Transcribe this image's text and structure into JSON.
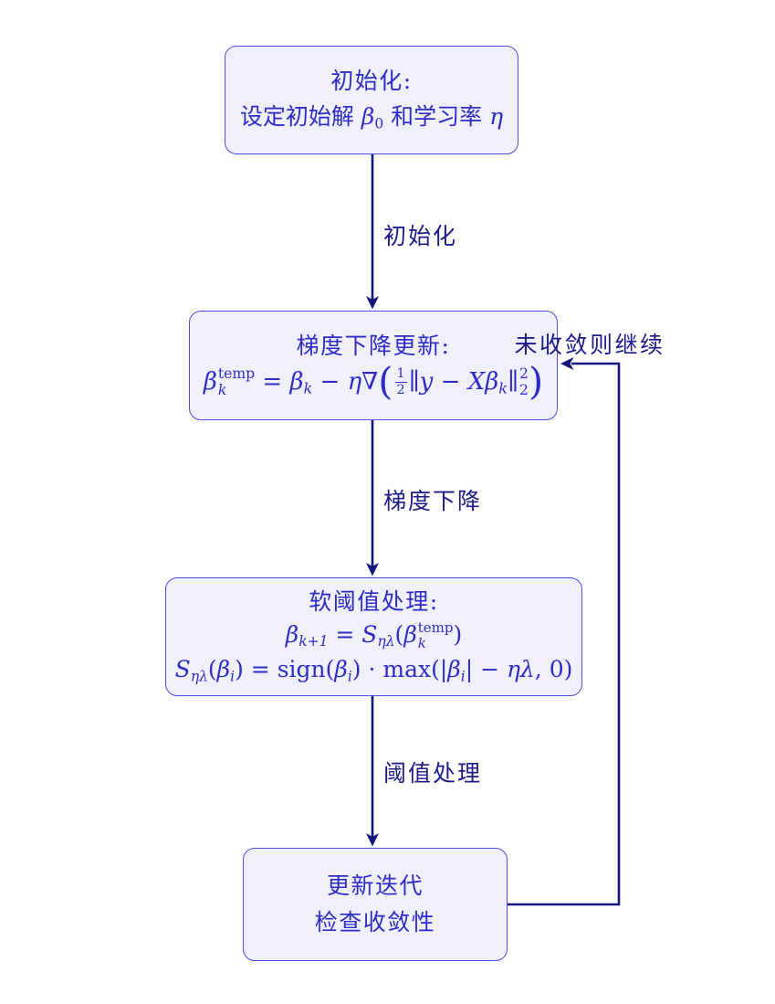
{
  "colors": {
    "box_border": "#4d4de2",
    "box_fill": "#f0f0fb",
    "box_text": "#2d2dc6",
    "arrow": "#15157e",
    "label_text": "#1b1b8a",
    "page_bg": "#ffffff"
  },
  "nodes": {
    "init": {
      "title": "初始化:",
      "line2": [
        {
          "t": "设定初始解 "
        },
        {
          "v": "β"
        },
        {
          "sb": "0"
        },
        {
          "t": " 和学习率 "
        },
        {
          "v": "η"
        }
      ]
    },
    "gradient": {
      "title": "梯度下降更新:",
      "formula": [
        {
          "v": "β"
        },
        {
          "ss": [
            "temp",
            "k"
          ],
          "isub": 1
        },
        {
          "t": " = "
        },
        {
          "v": "β"
        },
        {
          "sb": "k",
          "i": 1
        },
        {
          "t": " − "
        },
        {
          "v": "η"
        },
        {
          "t": "∇"
        },
        {
          "big": "("
        },
        {
          "frac": [
            "1",
            "2"
          ]
        },
        {
          "t": "∥"
        },
        {
          "v": "y"
        },
        {
          "t": " − "
        },
        {
          "v": "X"
        },
        {
          "v": "β"
        },
        {
          "sb": "k",
          "i": 1
        },
        {
          "t": "∥"
        },
        {
          "ss": [
            "2",
            "2"
          ]
        },
        {
          "big": ")"
        }
      ]
    },
    "soft": {
      "title": "软阈值处理:",
      "formula1": [
        {
          "v": "β"
        },
        {
          "sb": "k+1",
          "i": 1
        },
        {
          "t": " = "
        },
        {
          "v": "S"
        },
        {
          "sb": "ηλ",
          "i": 1
        },
        {
          "t": "("
        },
        {
          "v": "β"
        },
        {
          "ss": [
            "temp",
            "k"
          ],
          "isub": 1
        },
        {
          "t": ")"
        }
      ],
      "formula2": [
        {
          "v": "S"
        },
        {
          "sb": "ηλ",
          "i": 1
        },
        {
          "t": "("
        },
        {
          "v": "β"
        },
        {
          "sb": "i",
          "i": 1
        },
        {
          "t": ") = sign("
        },
        {
          "v": "β"
        },
        {
          "sb": "i",
          "i": 1
        },
        {
          "t": ") · max(|"
        },
        {
          "v": "β"
        },
        {
          "sb": "i",
          "i": 1
        },
        {
          "t": "| − "
        },
        {
          "v": "ηλ"
        },
        {
          "t": ", 0)"
        }
      ]
    },
    "update": {
      "line1": "更新迭代",
      "line2": "检查收敛性"
    }
  },
  "edges": {
    "init_label": "初始化",
    "gradient_label": "梯度下降",
    "threshold_label": "阈值处理",
    "loop_label": "未收敛则继续"
  }
}
